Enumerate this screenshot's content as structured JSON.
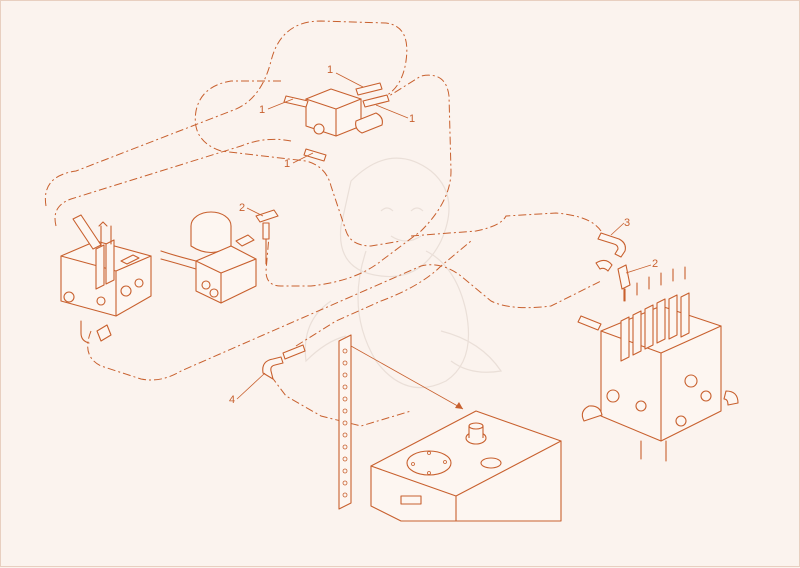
{
  "diagram": {
    "callouts": [
      {
        "id": "c1a",
        "label": "1"
      },
      {
        "id": "c1b",
        "label": "1"
      },
      {
        "id": "c1c",
        "label": "1"
      },
      {
        "id": "c1d",
        "label": "1"
      },
      {
        "id": "c2a",
        "label": "2"
      },
      {
        "id": "c2b",
        "label": "2"
      },
      {
        "id": "c3",
        "label": "3"
      },
      {
        "id": "c4",
        "label": "4"
      }
    ]
  },
  "colors": {
    "line": "#c8602e",
    "background": "#fbf3ee",
    "watermark": "#eadfd8"
  }
}
